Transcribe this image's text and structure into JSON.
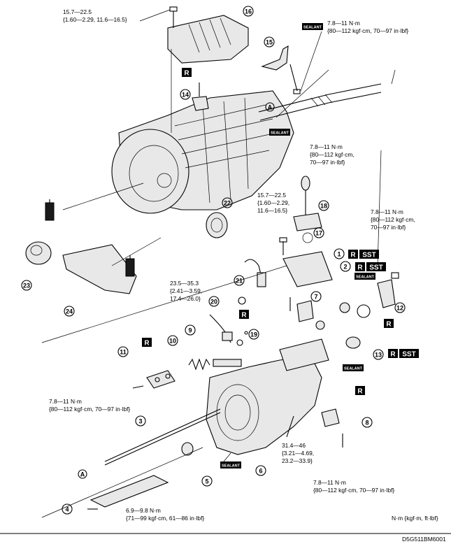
{
  "torque_specs": {
    "t16": [
      "15.7—22.5",
      "{1.60—2.29, 11.6—16.5}"
    ],
    "t15": [
      "7.8—11 N·m",
      "{80—112 kgf·cm, 70—97 in·lbf}"
    ],
    "t18": [
      "7.8—11 N·m",
      "{80—112 kgf·cm,",
      "70—97 in·lbf}"
    ],
    "t17": [
      "15.7—22.5",
      "{1.60—2.29,",
      "11.6—16.5}"
    ],
    "t12": [
      "7.8—11 N·m",
      "{80—112 kgf·cm,",
      "70—97 in·lbf}"
    ],
    "t21": [
      "23.5—35.3",
      "{2.41—3.59,",
      "17.4—26.0}"
    ],
    "t11": [
      "7.8—11 N·m",
      "{80—112 kgf·cm, 70—97 in·lbf}"
    ],
    "t6": [
      "31.4—46",
      "{3.21—4.69,",
      "23.2—33.9}"
    ],
    "t8": [
      "7.8—11 N·m",
      "{80—112 kgf·cm, 70—97 in·lbf}"
    ],
    "t4": [
      "6.9—9.8 N·m",
      "{71—99 kgf·cm, 61—86 in·lbf}"
    ]
  },
  "callouts": [
    "1",
    "2",
    "3",
    "4",
    "5",
    "6",
    "7",
    "8",
    "9",
    "10",
    "11",
    "12",
    "13",
    "14",
    "15",
    "16",
    "17",
    "18",
    "19",
    "20",
    "21",
    "22",
    "23",
    "24"
  ],
  "ref_label": "A",
  "badges": {
    "replace": "R",
    "sst": "SST",
    "sealant": "SEALANT"
  },
  "units_note": "N·m {kgf·m, ft·lbf}",
  "figure_code": "D5G511BM6001"
}
